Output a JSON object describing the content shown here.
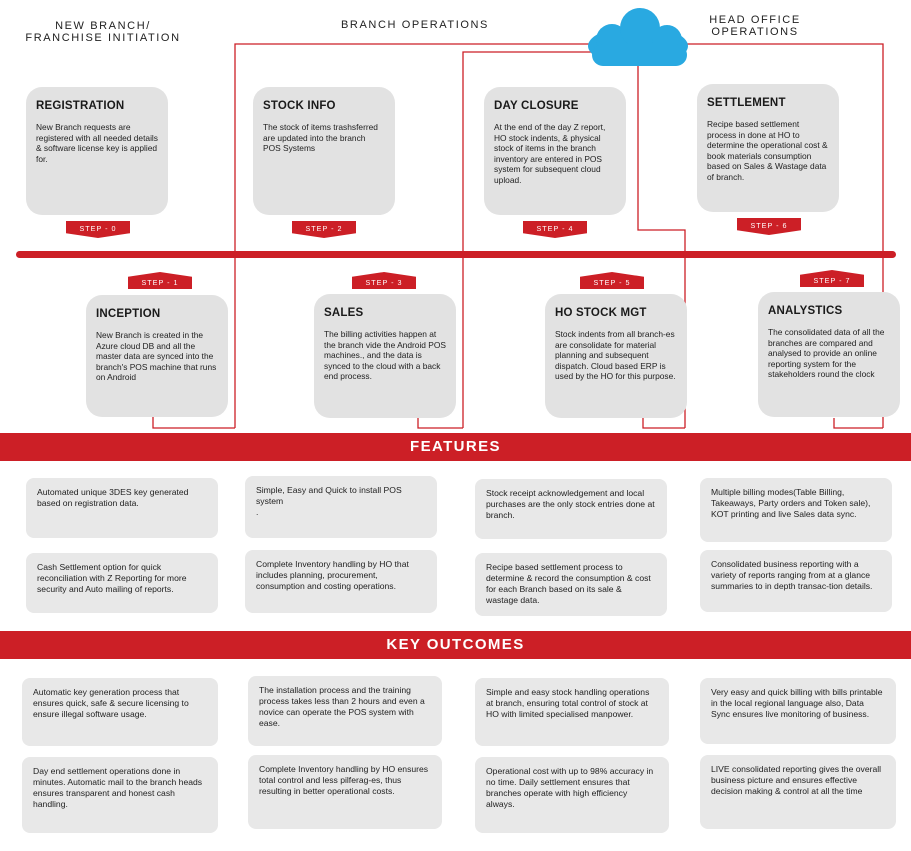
{
  "headers": {
    "new_branch": "NEW BRANCH/\nFRANCHISE INITIATION",
    "branch_ops": "BRANCH OPERATIONS",
    "head_office": "HEAD OFFICE\nOPERATIONS"
  },
  "colors": {
    "accent": "#cc1f26",
    "card_bg": "#e2e2e2",
    "cloud": "#29a9e1"
  },
  "icons": {
    "cloud": "cloud-icon"
  },
  "top_cards": [
    {
      "title": "REGISTRATION",
      "text": "New Branch requests are registered with all needed details & software license key is applied for.",
      "step": "STEP - 0"
    },
    {
      "title": "STOCK INFO",
      "text": "The stock of items trashsferred are updated into the branch POS Systems",
      "step": "STEP - 2"
    },
    {
      "title": "DAY CLOSURE",
      "text": "At the end of the day Z report, HO stock  indents, & physical stock  of  items in the branch inventory are entered  in POS system for subsequent cloud upload.",
      "step": "STEP - 4"
    },
    {
      "title": "SETTLEMENT",
      "text": "Recipe based settlement process in done at HO  to determine the operational cost & book materials consumption based on Sales & Wastage data of branch.",
      "step": "STEP - 6"
    }
  ],
  "bottom_cards": [
    {
      "title": "INCEPTION",
      "text": "New Branch is created in the Azure cloud DB and all the master data are synced into the branch's POS machine that runs on  Android",
      "step": "STEP - 1"
    },
    {
      "title": "SALES",
      "text": "The billing activities happen at the branch vide  the Android POS machines., and the data  is synced to the cloud with a back end process.",
      "step": "STEP - 3"
    },
    {
      "title": "HO STOCK MGT",
      "text": "Stock indents from all branch-es are consolidate for material planning and  subsequent dispatch. Cloud based ERP is used by the HO for this purpose.",
      "step": "STEP - 5"
    },
    {
      "title": "ANALYSTICS",
      "text": "The consolidated data of all the branches are compared and analysed to provide an online reporting system for the stakeholders round the clock",
      "step": "STEP - 7"
    }
  ],
  "features": {
    "title": "FEATURES",
    "row1": [
      "Automated unique 3DES key generated based on  registration data.",
      "Simple, Easy and Quick to install POS system\n.",
      "Stock receipt acknowledgement and local purchases are the only stock entries done at branch.",
      "Multiple billing modes(Table Billing, Takeaways, Party orders and Token sale), KOT printing and live  Sales data sync."
    ],
    "row2": [
      "Cash Settlement option for quick reconciliation with Z Reporting for more security  and Auto mailing of reports.",
      "Complete Inventory handling by HO that includes planning, procurement, consumption and costing operations.",
      "Recipe based settlement process  to determine & record  the consumption &  cost for each Branch based on its sale & wastage data.",
      "Consolidated business  reporting with a variety of reports ranging from at a glance summaries to in depth transac-tion details."
    ]
  },
  "outcomes": {
    "title": "KEY OUTCOMES",
    "row1": [
      "Automatic key generation process that ensures quick, safe & secure licensing to ensure  illegal software usage.",
      "The installation process and the training process takes less than 2 hours and even a novice can operate the POS system with ease.",
      "Simple and easy stock handling operations at branch, ensuring total control of stock at HO with limited specialised manpower.",
      "Very easy and quick billing with bills printable in the local regional language also, Data Sync ensures live monitoring of business."
    ],
    "row2": [
      "Day end settlement  operations done in minutes. Automatic mail to the branch heads ensures transparent  and honest cash handling.",
      "Complete Inventory handling by HO ensures total control and less pilferag-es, thus resulting in better operational costs.",
      "Operational cost with up to 98% accuracy  in no time. Daily settlement ensures that branches operate with high efficiency always.",
      "LIVE consolidated reporting gives the overall business picture and ensures effective decision making & control at all the time"
    ]
  }
}
